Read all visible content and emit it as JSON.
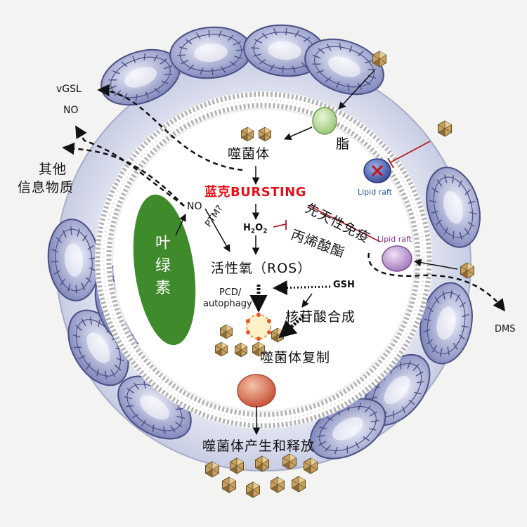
{
  "labels": {
    "vgsl": "vGSL",
    "no_top": "NO",
    "other_signals_1": "其他",
    "other_signals_2": "信息物质",
    "phage": "噬菌体",
    "lipid": "脂",
    "lipid_raft_top": "Lipid raft",
    "bursting": "蓝克BURSTING",
    "innate_immunity": "先天性免疫",
    "no_mid": "NO",
    "ptm": "PTM?",
    "h2o2_main": "H",
    "h2o2_sub1": "2",
    "h2o2_mid": "O",
    "h2o2_sub2": "2",
    "lipid_raft_mid": "Lipid raft",
    "acrylate": "丙烯酸酯",
    "chlorophyll_1": "叶",
    "chlorophyll_2": "绿",
    "chlorophyll_3": "素",
    "ros": "活性氧（ROS）",
    "pcd_1": "PCD/",
    "pcd_2": "autophagy",
    "gsh": "GSH",
    "nucleotide": "核苷酸合成",
    "dms": "DMS",
    "phage_replication": "噬菌体复制",
    "phage_release": "噬菌体产生和释放"
  },
  "colors": {
    "bursting": "#e8101a",
    "chlorophyll": "#3f8a2b",
    "inhibit": "#b11a24",
    "lipid_raft_text": "#2a4e9a",
    "lipid_raft_mid_text": "#7a2b8a"
  }
}
